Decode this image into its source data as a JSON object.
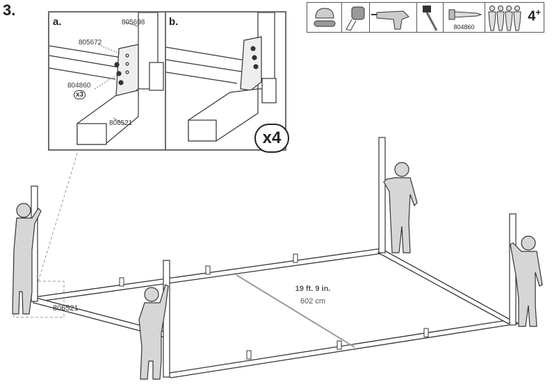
{
  "step_number": "3.",
  "panel_a": {
    "label": "a.",
    "parts": [
      "805698",
      "805672",
      "804860",
      "806521"
    ],
    "quantity": "x3"
  },
  "panel_b": {
    "label": "b.",
    "multiplier": "x4"
  },
  "toolbar": {
    "tools": [
      "helmet-goggles-icon",
      "tape-measure-icon",
      "drill-icon",
      "mallet-icon",
      "screw-icon",
      "people-icon"
    ],
    "screw_part": "804860",
    "people_count": "4",
    "people_suffix": "+"
  },
  "callout_part": "806521",
  "dimension": {
    "imperial": "19 ft. 9 in.",
    "metric": "602 cm"
  }
}
